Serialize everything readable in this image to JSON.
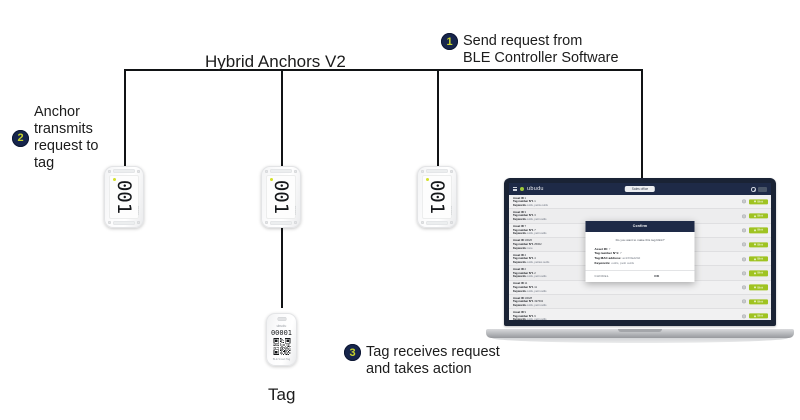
{
  "diagram": {
    "bus_label": "Hybrid Anchors V2",
    "tag_label": "Tag",
    "steps": [
      {
        "number": "1",
        "text": "Send request from\nBLE Controller Software"
      },
      {
        "number": "2",
        "text": "Anchor\ntransmits\nrequest to\ntag"
      },
      {
        "number": "3",
        "text": "Tag receives request\nand takes action"
      }
    ],
    "anchors": [
      {
        "id": "anchor-1",
        "number": "001",
        "brand": "ubudu"
      },
      {
        "id": "anchor-2",
        "number": "001",
        "brand": "ubudu"
      },
      {
        "id": "anchor-3",
        "number": "001",
        "brand": "ubudu"
      }
    ],
    "tag_device": {
      "brand": "ubudu",
      "number": "00001",
      "footnote": "BLE Smart Tag"
    },
    "colors": {
      "badge_bg": "#16254c",
      "badge_text": "#c8d42c",
      "line": "#111315",
      "app_navy": "#1e2a47",
      "app_green": "#9fc321",
      "led": "#d3e02a"
    }
  },
  "app": {
    "navbar": {
      "menu_icon": "hamburger-icon",
      "logo_mark": "ubudu-logo-mark",
      "wordmark": "ubudu",
      "location_pill": "Sales office",
      "search_icon": "search-icon",
      "account_icon": "account-icon"
    },
    "list_columns": [
      "Asset ID",
      "Tag number N°1",
      "Keywords"
    ],
    "row_action_label": "Blink",
    "rows": [
      {
        "asset_id": "1",
        "tag_number": "1",
        "keywords": "outils, petits outils"
      },
      {
        "asset_id": "3",
        "tag_number": "3",
        "keywords": "outils, petit outils"
      },
      {
        "asset_id": "7",
        "tag_number": "7",
        "keywords": "outils, petit outils"
      },
      {
        "asset_id": "10026",
        "tag_number": "25002",
        "keywords": "none"
      },
      {
        "asset_id": "4",
        "tag_number": "4",
        "keywords": "outils, petites outils"
      },
      {
        "asset_id": "2",
        "tag_number": "2",
        "keywords": "outils, petit outils"
      },
      {
        "asset_id": "11",
        "tag_number": "11",
        "keywords": "outils, petit outils"
      },
      {
        "asset_id": "10028",
        "tag_number": "197602",
        "keywords": "outils, petit outils"
      },
      {
        "asset_id": "9",
        "tag_number": "9",
        "keywords": "outils, petit outils"
      }
    ],
    "modal": {
      "title": "Confirm",
      "question": "Do you want to make this tag blink?",
      "fields": [
        {
          "label": "Asset ID:",
          "value": "7"
        },
        {
          "label": "Tag number N°1:",
          "value": "7"
        },
        {
          "label": "Tag MAC address:",
          "value": "ac233fad20d"
        },
        {
          "label": "Keywords:",
          "value": "outils, petit outils"
        }
      ],
      "cancel_label": "CANCEL",
      "ok_label": "OK"
    }
  }
}
